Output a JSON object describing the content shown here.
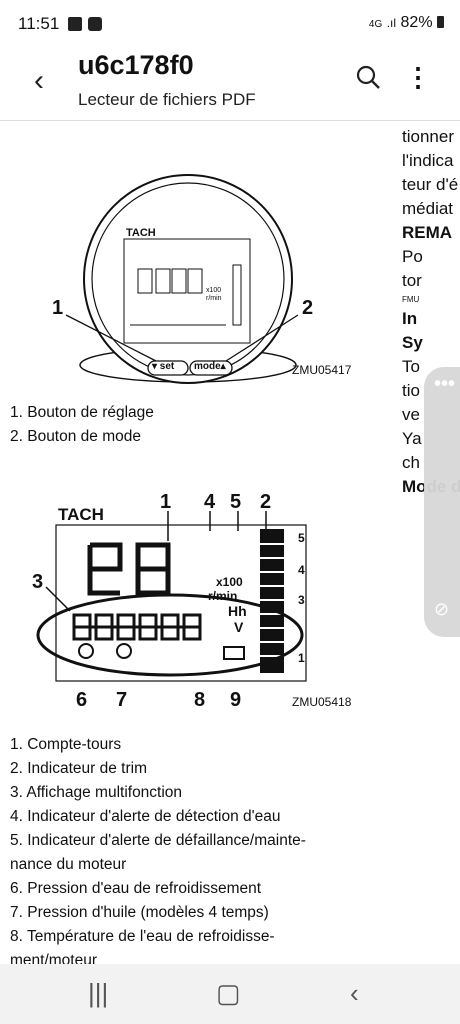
{
  "status": {
    "time": "11:51",
    "network": "4G",
    "battery": "82%"
  },
  "appbar": {
    "title": "u6c178f0",
    "subtitle": "Lecteur de fichiers PDF"
  },
  "fig1": {
    "tach": "TACH",
    "set": "▾ set",
    "mode": "mode▴",
    "callout1": "1",
    "callout2": "2",
    "x100": "x100",
    "rmin": "r/min",
    "code": "ZMU05417"
  },
  "list1": [
    "1. Bouton de réglage",
    "2. Bouton de mode"
  ],
  "fig2": {
    "tach": "TACH",
    "x100": "x100",
    "rmin": "r/min",
    "hh": "Hh",
    "v": "V",
    "code": "ZMU05418",
    "n1": "1",
    "n2": "2",
    "n3": "3",
    "n4": "4",
    "n5": "5",
    "n6": "6",
    "n7": "7",
    "n8": "8",
    "n9": "9",
    "s5": "5",
    "s4": "4",
    "s3": "3",
    "s1": "1"
  },
  "list2": [
    "1. Compte-tours",
    "2. Indicateur de trim",
    "3. Affichage multifonction",
    "4. Indicateur d'alerte de détection d'eau",
    "5. Indicateur d'alerte de défaillance/mainte-",
    "nance du moteur",
    "6. Pression d'eau de refroidissement",
    "7. Pression d'huile (modèles 4 temps)",
    "8. Température de l'eau de refroidisse-",
    "ment/moteur"
  ],
  "rightcol": [
    "tionner",
    "l'indica",
    "teur d'é",
    "médiat",
    "REMA",
    "Po",
    "tor",
    "FMU",
    "In",
    "Sy",
    "To",
    "tio",
    "ve",
    "Ya",
    "ch",
    "Mode d"
  ],
  "colors": {
    "ink": "#111111",
    "nav": "#f2f2f2"
  }
}
